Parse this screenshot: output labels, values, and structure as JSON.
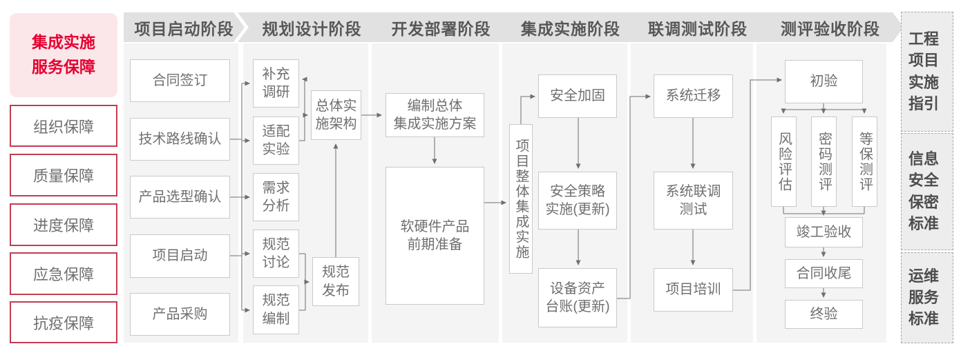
{
  "sidebar": {
    "title": "集成实施\n服务保障",
    "items": [
      {
        "label": "组织保障"
      },
      {
        "label": "质量保障"
      },
      {
        "label": "进度保障"
      },
      {
        "label": "应急保障"
      },
      {
        "label": "抗疫保障"
      }
    ]
  },
  "phases": [
    {
      "label": "项目启动阶段",
      "boxes": [
        "合同签订",
        "技术路线确认",
        "产品选型确认",
        "项目启动",
        "产品采购"
      ]
    },
    {
      "label": "规划设计阶段",
      "boxes": [
        "补充\n调研",
        "适配\n实验",
        "需求\n分析",
        "规范\n讨论",
        "规范\n编制",
        "总体实\n施架构",
        "规范\n发布"
      ]
    },
    {
      "label": "开发部署阶段",
      "boxes": [
        "编制总体\n集成实施方案",
        "软硬件产品\n前期准备"
      ]
    },
    {
      "label": "集成实施阶段",
      "boxes": [
        "项目整体集成实施",
        "安全加固",
        "安全策略\n实施(更新)",
        "设备资产\n台账(更新)"
      ]
    },
    {
      "label": "联调测试阶段",
      "boxes": [
        "系统迁移",
        "系统联调\n测试",
        "项目培训"
      ]
    },
    {
      "label": "测评验收阶段",
      "boxes": [
        "初验",
        "风险评估",
        "密码测评",
        "等保测评",
        "竣工验收",
        "合同收尾",
        "终验"
      ]
    }
  ],
  "standards": [
    {
      "label": "工程项目实施指引",
      "rows": [
        "工程",
        "项目",
        "实施",
        "指引"
      ]
    },
    {
      "label": "信息安全保密标准",
      "rows": [
        "信息",
        "安全",
        "保密",
        "标准"
      ]
    },
    {
      "label": "运维服务标准",
      "rows": [
        "运维",
        "服务",
        "标准"
      ]
    }
  ],
  "colors": {
    "accent_red": "#e60030",
    "sidebar_border_red": "#c23b50",
    "sidebar_title_bg": "#fbe7ea",
    "phase_header_bg": "#e2e1e1",
    "panel_bg": "#f4f4f4",
    "box_border": "#c9c9c9",
    "text_gray": "#6f6f6f",
    "connector_gray": "#8b8b8b"
  }
}
